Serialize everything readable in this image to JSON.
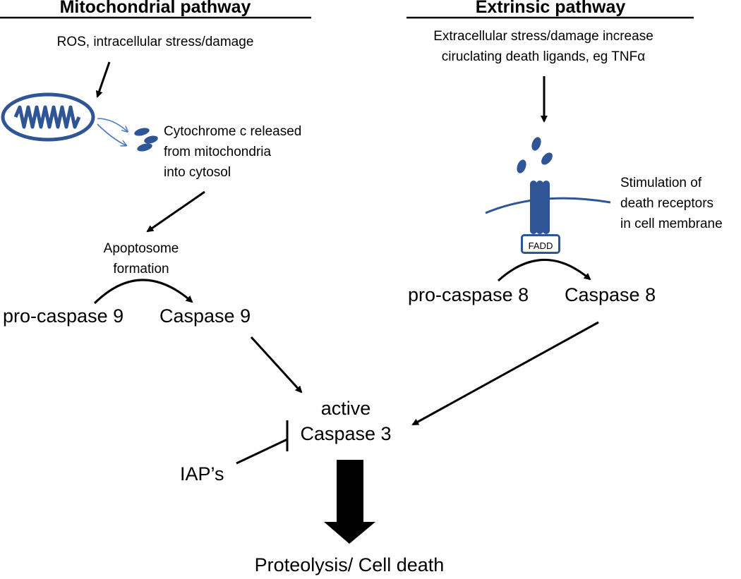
{
  "mito": {
    "title": "Mitochondrial pathway",
    "trigger": "ROS, intracellular stress/damage",
    "cyto_lines": [
      "Cytochrome c released",
      "from mitochondria",
      "into cytosol"
    ],
    "apoptosome_lines": [
      "Apoptosome",
      "formation"
    ],
    "pro_caspase": "pro-caspase 9",
    "caspase": "Caspase 9"
  },
  "ext": {
    "title": "Extrinsic pathway",
    "trigger_lines": [
      "Extracellular stress/damage increase",
      "ciruclating death ligands, eg TNFα"
    ],
    "receptor_lines": [
      "Stimulation of",
      "death receptors",
      "in cell membrane"
    ],
    "fadd": "FADD",
    "pro_caspase": "pro-caspase 8",
    "caspase": "Caspase 8"
  },
  "center": {
    "active_lines": [
      "active",
      "Caspase 3"
    ],
    "inhibitor": "IAP’s",
    "outcome": "Proteolysis/ Cell death"
  },
  "colors": {
    "organelle": "#2f5597",
    "arrow": "#000000"
  },
  "icons": [
    "mitochondrion-icon",
    "cytochrome-c-icon",
    "death-ligand-icon",
    "death-receptor-icon"
  ]
}
